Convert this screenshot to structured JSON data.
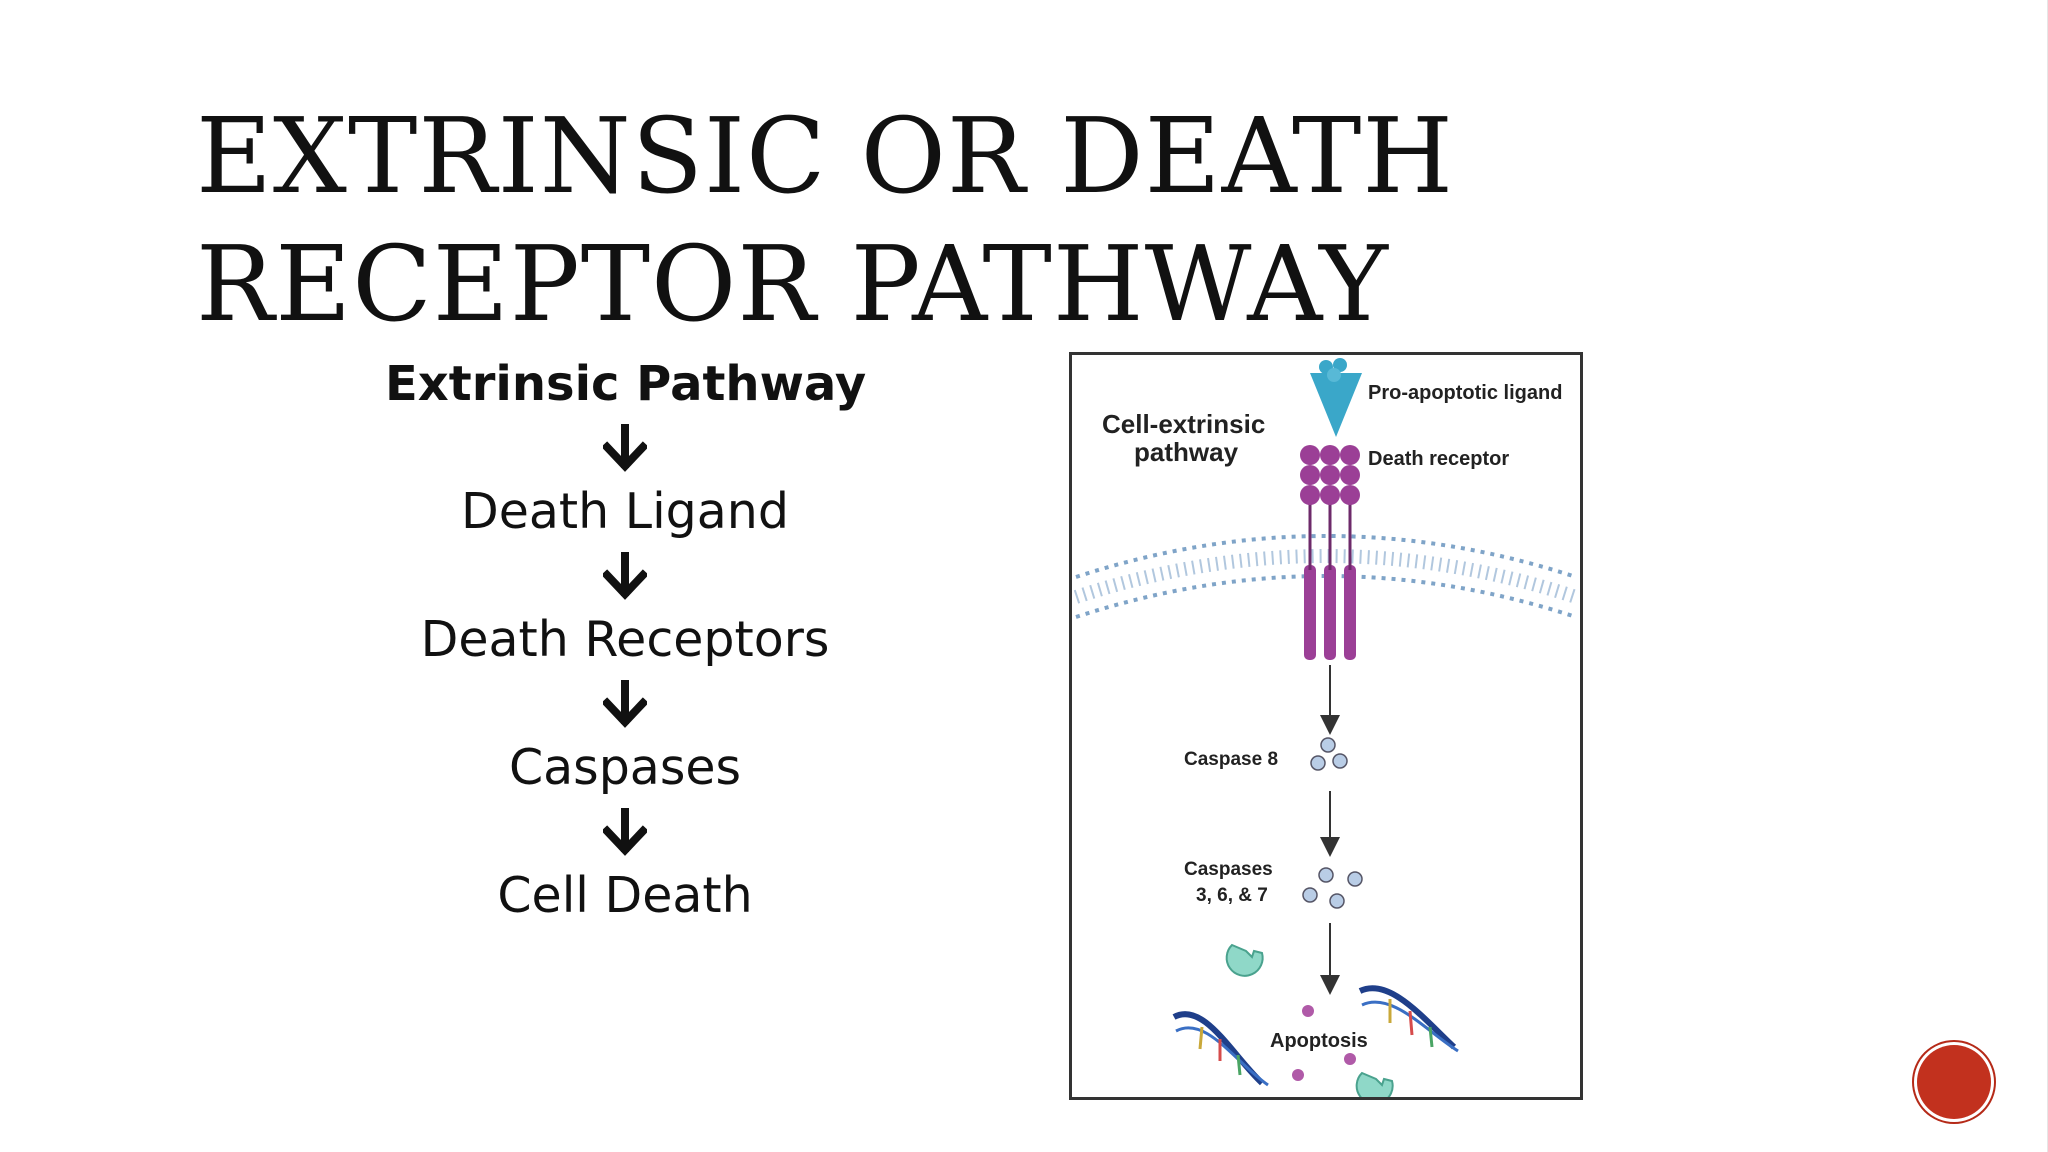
{
  "slide": {
    "title_line1": "EXTRINSIC OR DEATH",
    "title_line2": "RECEPTOR PATHWAY"
  },
  "flow": {
    "steps": [
      "Extrinsic Pathway",
      "Death Ligand",
      "Death Receptors",
      "Caspases",
      "Cell Death"
    ],
    "arrow_icon": "down-arrow-icon"
  },
  "figure": {
    "label_pathway_line1": "Cell-extrinsic",
    "label_pathway_line2": "pathway",
    "label_ligand": "Pro-apoptotic ligand",
    "label_receptor": "Death receptor",
    "label_caspase8": "Caspase 8",
    "label_caspases_line1": "Caspases",
    "label_caspases_line2": "3, 6, & 7",
    "label_apoptosis": "Apoptosis"
  },
  "colors": {
    "ligand": "#3aa7c9",
    "receptor": "#9b3f96",
    "membrane": "#7fa4c8",
    "caspase": "#b9cde6",
    "dna": "#1f3f8a",
    "fragment": "#8fd8c8",
    "nav_button": "#c2311e"
  },
  "nav": {
    "icon": "slide-nav-button"
  }
}
